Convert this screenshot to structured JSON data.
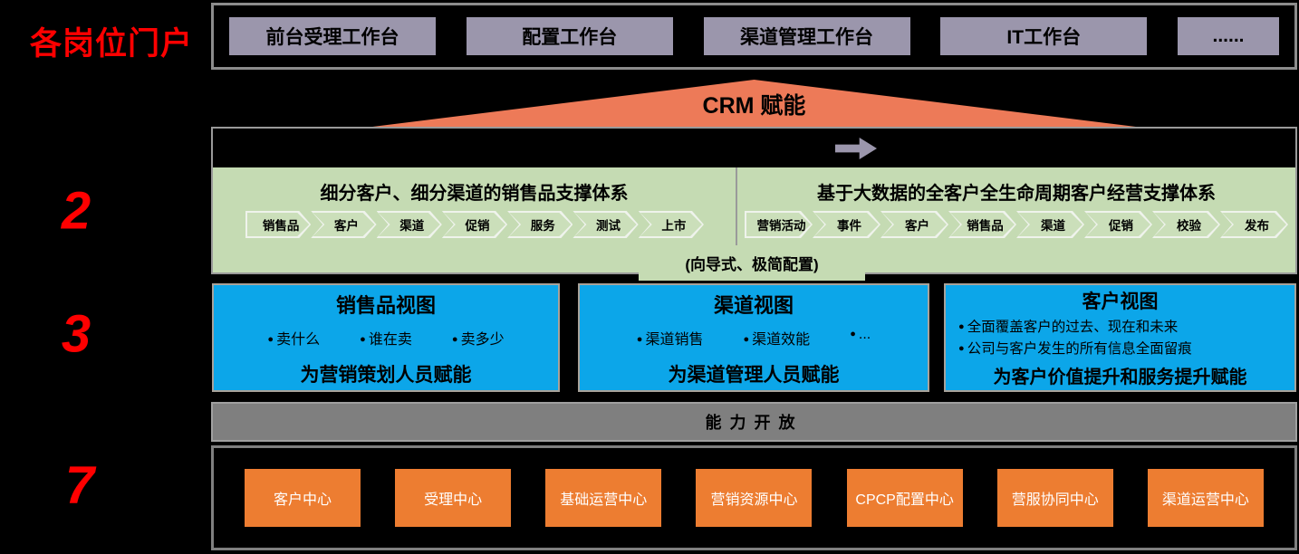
{
  "portal": {
    "label": "各岗位门户",
    "workbenches": [
      "前台受理工作台",
      "配置工作台",
      "渠道管理工作台",
      "IT工作台",
      "......"
    ]
  },
  "crm_banner": {
    "label": "CRM 赋能"
  },
  "support": {
    "number": "2",
    "left": {
      "title": "细分客户、细分渠道的销售品支撑体系",
      "steps": [
        "销售品",
        "客户",
        "渠道",
        "促销",
        "服务",
        "测试",
        "上市"
      ]
    },
    "right": {
      "title": "基于大数据的全客户全生命周期客户经营支撑体系",
      "steps": [
        "营销活动",
        "事件",
        "客户",
        "销售品",
        "渠道",
        "促销",
        "校验",
        "发布"
      ]
    },
    "note": "(向导式、极简配置)"
  },
  "views": {
    "number": "3",
    "cards": [
      {
        "title": "销售品视图",
        "bullets": [
          "卖什么",
          "谁在卖",
          "卖多少"
        ],
        "footer": "为营销策划人员赋能"
      },
      {
        "title": "渠道视图",
        "bullets": [
          "渠道销售",
          "渠道效能",
          "..."
        ],
        "footer": "为渠道管理人员赋能"
      },
      {
        "title": "客户视图",
        "bullets": [
          "全面覆盖客户的过去、现在和未来",
          "公司与客户发生的所有信息全面留痕"
        ],
        "footer": "为客户价值提升和服务提升赋能"
      }
    ]
  },
  "capability": {
    "label": "能力开放"
  },
  "centers": {
    "number": "7",
    "items": [
      "客户中心",
      "受理中心",
      "基础运营中心",
      "营销资源中心",
      "CPCP配置中心",
      "营服协同中心",
      "渠道运营中心"
    ]
  },
  "icons": {
    "flow_arrow": "gray right-pointing block arrow"
  },
  "colors": {
    "accent_red": "#ff0000",
    "portal_button": "#9b96ac",
    "crm_triangle": "#ed7a58",
    "support_green": "#c5dbb3",
    "view_blue": "#0ca6e9",
    "capability_gray": "#7f7f7f",
    "center_orange": "#ed7d31",
    "background": "#000000"
  }
}
